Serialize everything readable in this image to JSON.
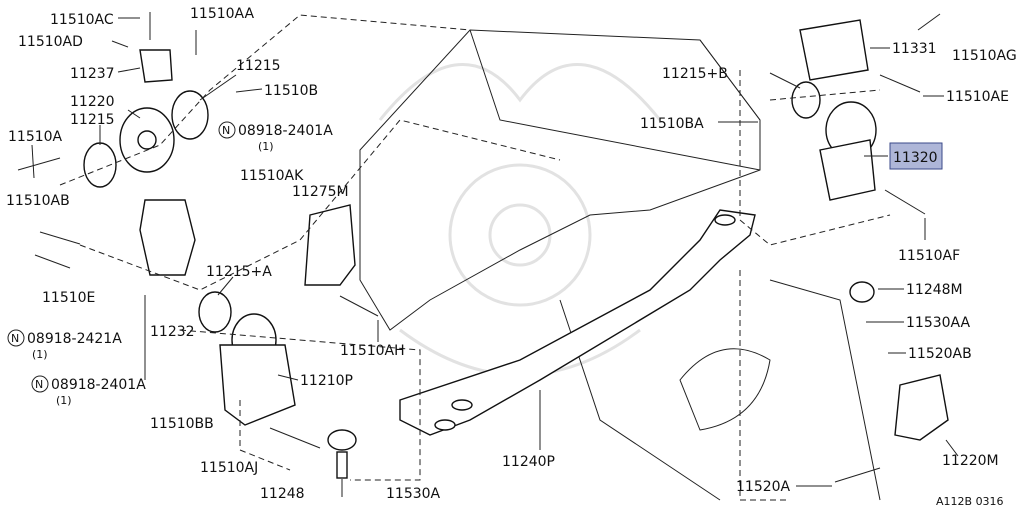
{
  "labels": {
    "p11510AC": "11510AC",
    "p11510AA": "11510AA",
    "p11510AD": "11510AD",
    "p11237": "11237",
    "p11215_top": "11215",
    "p11220": "11220",
    "p11510B": "11510B",
    "p11510A": "11510A",
    "p11215_left": "11215",
    "p08918_2401A_top": "08918-2401A",
    "p08918_2401A_top_qty": "(1)",
    "p11510AB": "11510AB",
    "p11510AK": "11510AK",
    "p11275M": "11275M",
    "p11510E": "11510E",
    "p11215A": "11215+A",
    "p08918_2421A": "08918-2421A",
    "p08918_2421A_qty": "(1)",
    "p11232": "11232",
    "p08918_2401A_bot": "08918-2401A",
    "p08918_2401A_bot_qty": "(1)",
    "p11210P": "11210P",
    "p11510AH": "11510AH",
    "p11510BB": "11510BB",
    "p11510AJ": "11510AJ",
    "p11248_bot": "11248",
    "p11530A": "11530A",
    "p11240P": "11240P",
    "p11331": "11331",
    "p11510AG": "11510AG",
    "p11215B": "11215+B",
    "p11510AE": "11510AE",
    "p11510BA": "11510BA",
    "p11320": "11320",
    "p11510AF": "11510AF",
    "p11248M": "11248M",
    "p11530AA": "11530AA",
    "p11520AB": "11520AB",
    "p11220M": "11220M",
    "p11520A": "11520A",
    "circle_n": "N",
    "ref_code": "A112B 0316"
  },
  "highlight_color": "#aeb6d8"
}
